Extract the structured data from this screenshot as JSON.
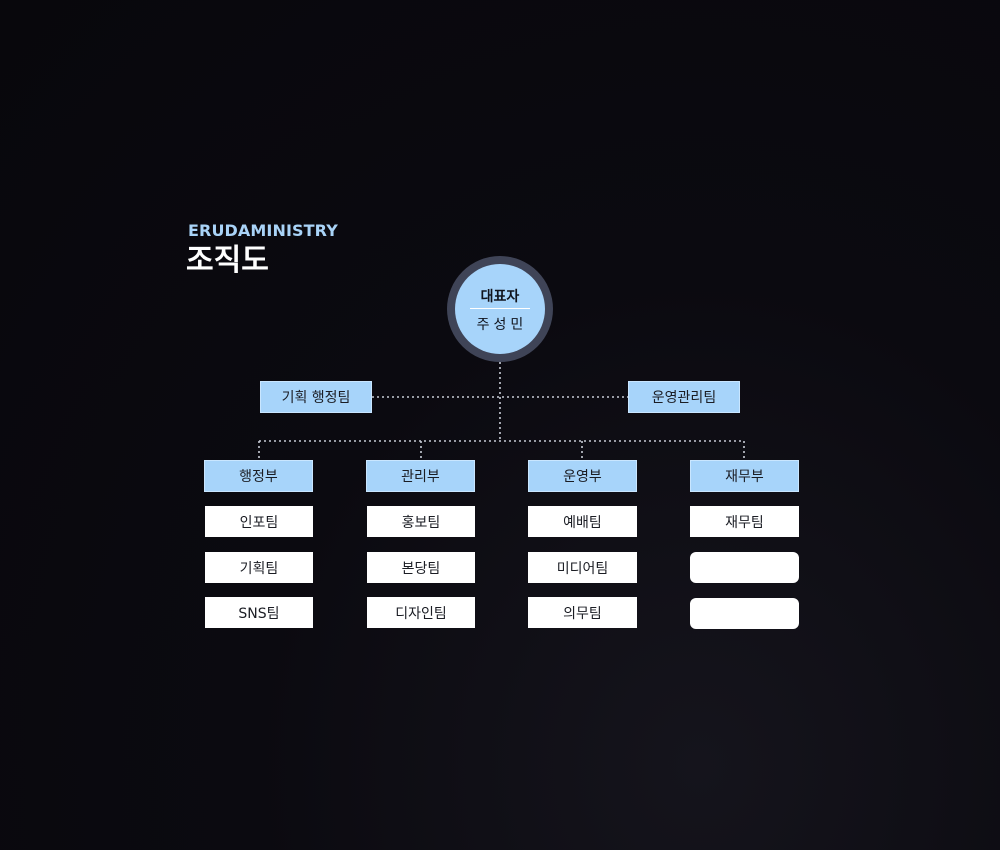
{
  "header": {
    "brand": "ERUDAMINISTRY",
    "title": "조직도"
  },
  "ceo": {
    "role": "대표자",
    "name": "주성민"
  },
  "staff": {
    "left": "기획 행정팀",
    "right": "운영관리팀"
  },
  "departments": [
    {
      "name": "행정부",
      "teams": [
        "인포팀",
        "기획팀",
        "SNS팀"
      ]
    },
    {
      "name": "관리부",
      "teams": [
        "홍보팀",
        "본당팀",
        "디자인팀"
      ]
    },
    {
      "name": "운영부",
      "teams": [
        "예배팀",
        "미디어팀",
        "의무팀"
      ]
    },
    {
      "name": "재무부",
      "teams": [
        "재무팀",
        "",
        ""
      ]
    }
  ],
  "colors": {
    "accent": "#a7d4fa",
    "brand_text": "#a9d3f7",
    "background": "#0b0a10",
    "connector": "#c8ccd6"
  }
}
